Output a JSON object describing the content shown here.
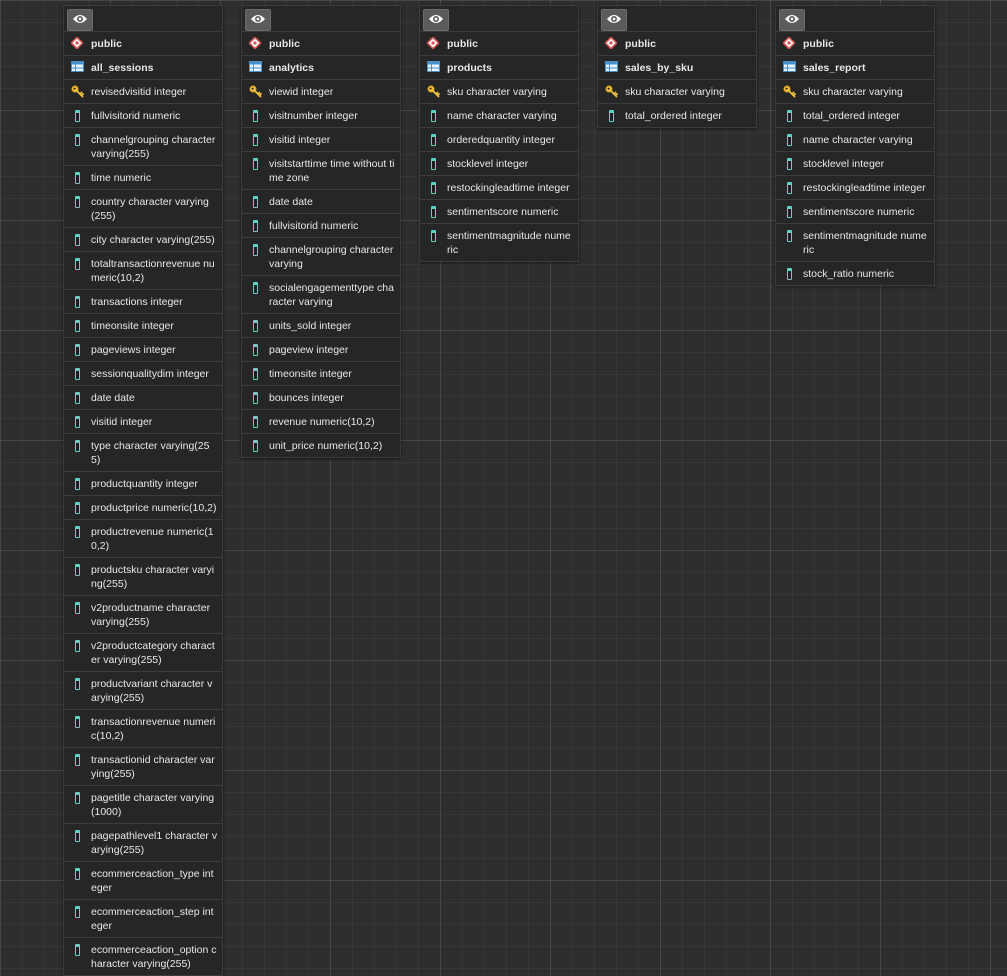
{
  "tables": [
    {
      "schema": "public",
      "name": "all_sessions",
      "columns": [
        {
          "text": "revisedvisitid integer",
          "key": true
        },
        {
          "text": "fullvisitorid numeric"
        },
        {
          "text": "channelgrouping character varying(255)"
        },
        {
          "text": "time numeric"
        },
        {
          "text": "country character varying(255)"
        },
        {
          "text": "city character varying(255)"
        },
        {
          "text": "totaltransactionrevenue numeric(10,2)"
        },
        {
          "text": "transactions integer"
        },
        {
          "text": "timeonsite integer"
        },
        {
          "text": "pageviews integer"
        },
        {
          "text": "sessionqualitydim integer"
        },
        {
          "text": "date date"
        },
        {
          "text": "visitid integer"
        },
        {
          "text": "type character varying(255)"
        },
        {
          "text": "productquantity integer"
        },
        {
          "text": "productprice numeric(10,2)"
        },
        {
          "text": "productrevenue numeric(10,2)"
        },
        {
          "text": "productsku character varying(255)"
        },
        {
          "text": "v2productname character varying(255)"
        },
        {
          "text": "v2productcategory character varying(255)"
        },
        {
          "text": "productvariant character varying(255)"
        },
        {
          "text": "transactionrevenue numeric(10,2)"
        },
        {
          "text": "transactionid character varying(255)"
        },
        {
          "text": "pagetitle character varying(1000)"
        },
        {
          "text": "pagepathlevel1 character varying(255)"
        },
        {
          "text": "ecommerceaction_type integer"
        },
        {
          "text": "ecommerceaction_step integer"
        },
        {
          "text": "ecommerceaction_option character varying(255)"
        }
      ]
    },
    {
      "schema": "public",
      "name": "analytics",
      "columns": [
        {
          "text": "viewid integer",
          "key": true
        },
        {
          "text": "visitnumber integer"
        },
        {
          "text": "visitid integer"
        },
        {
          "text": "visitstarttime time without time zone"
        },
        {
          "text": "date date"
        },
        {
          "text": "fullvisitorid numeric"
        },
        {
          "text": "channelgrouping character varying"
        },
        {
          "text": "socialengagementtype character varying"
        },
        {
          "text": "units_sold integer"
        },
        {
          "text": "pageview integer"
        },
        {
          "text": "timeonsite integer"
        },
        {
          "text": "bounces integer"
        },
        {
          "text": "revenue numeric(10,2)"
        },
        {
          "text": "unit_price numeric(10,2)"
        }
      ]
    },
    {
      "schema": "public",
      "name": "products",
      "columns": [
        {
          "text": "sku character varying",
          "key": true
        },
        {
          "text": "name character varying"
        },
        {
          "text": "orderedquantity integer"
        },
        {
          "text": "stocklevel integer"
        },
        {
          "text": "restockingleadtime integer"
        },
        {
          "text": "sentimentscore numeric"
        },
        {
          "text": "sentimentmagnitude numeric"
        }
      ]
    },
    {
      "schema": "public",
      "name": "sales_by_sku",
      "columns": [
        {
          "text": "sku character varying",
          "key": true
        },
        {
          "text": "total_ordered integer"
        }
      ]
    },
    {
      "schema": "public",
      "name": "sales_report",
      "columns": [
        {
          "text": "sku character varying",
          "key": true
        },
        {
          "text": "total_ordered integer"
        },
        {
          "text": "name character varying"
        },
        {
          "text": "stocklevel integer"
        },
        {
          "text": "restockingleadtime integer"
        },
        {
          "text": "sentimentscore numeric"
        },
        {
          "text": "sentimentmagnitude numeric"
        },
        {
          "text": "stock_ratio numeric"
        }
      ]
    }
  ]
}
